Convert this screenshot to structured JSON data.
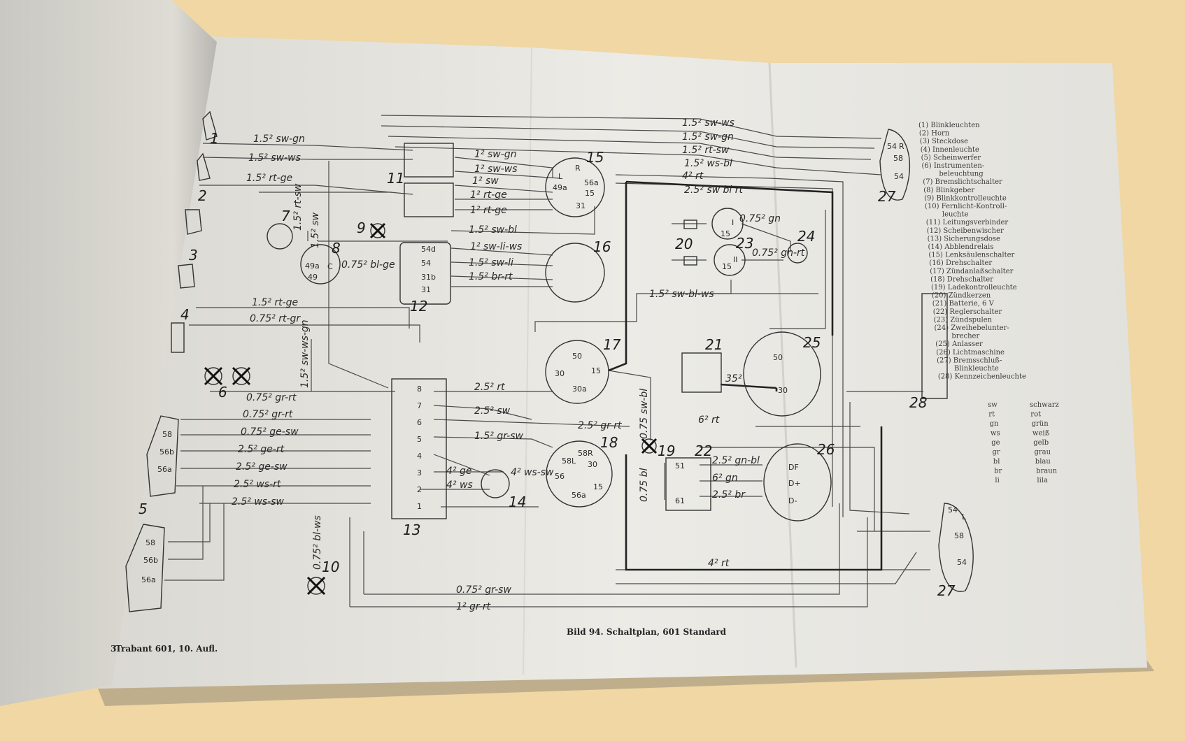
{
  "caption": "Bild 94. Schaltplan, 601 Standard",
  "footer": "Trabant 601, 10. Aufl.",
  "footer_prefix": "3",
  "legend": [
    "(1) Blinkleuchten",
    "(2) Horn",
    "(3) Steckdose",
    "(4) Innenleuchte",
    "(5) Scheinwerfer",
    "(6) Instrumenten-",
    "beleuchtung",
    "(7) Bremslichtschalter",
    "(8) Blinkgeber",
    "(9) Blinkkontrolleuchte",
    "(10) Fernlicht-Kontroll-",
    "leuchte",
    "(11) Leitungsverbinder",
    "(12) Scheibenwischer",
    "(13) Sicherungsdose",
    "(14) Abblendrelais",
    "(15) Lenksäulenschalter",
    "(16) Drehschalter",
    "(17) Zündanlaßschalter",
    "(18) Drehschalter",
    "(19) Ladekontrolleuchte",
    "(20) Zündkerzen",
    "(21) Batterie, 6 V",
    "(22) Reglerschalter",
    "(23) Zündspulen",
    "(24) Zweihebelunter-",
    "brecher",
    "(25) Anlasser",
    "(26) Lichtmaschine",
    "(27) Bremsschluß-",
    "Blinkleuchte",
    "(28) Kennzeichenleuchte"
  ],
  "colors_table": [
    [
      "sw",
      "schwarz"
    ],
    [
      "rt",
      "rot"
    ],
    [
      "gn",
      "grün"
    ],
    [
      "ws",
      "weiß"
    ],
    [
      "ge",
      "gelb"
    ],
    [
      "gr",
      "grau"
    ],
    [
      "bl",
      "blau"
    ],
    [
      "br",
      "braun"
    ],
    [
      "li",
      "lila"
    ]
  ],
  "component_numbers": [
    "1",
    "2",
    "3",
    "4",
    "5",
    "6",
    "7",
    "8",
    "9",
    "10",
    "11",
    "12",
    "13",
    "14",
    "15",
    "16",
    "17",
    "18",
    "19",
    "20",
    "21",
    "22",
    "23",
    "24",
    "25",
    "26",
    "27",
    "27",
    "28"
  ],
  "wire_labels": [
    "1.5² sw-gn",
    "1.5² sw-ws",
    "1.5² rt-ge",
    "1.5² rt-sw",
    "1.5² sw",
    "0.75² bl-ge",
    "1.5² rt-ge",
    "0.75² rt-gr",
    "1.5² sw-ws-gn",
    "0.75² gr-rt",
    "0.75² gr-rt",
    "0.75² ge-sw",
    "2.5² ge-rt",
    "2.5² ge-sw",
    "2.5² ws-rt",
    "2.5² ws-sw",
    "0.75² bl-ws",
    "1² sw-gn",
    "1² sw-ws",
    "1² sw",
    "1² rt-ge",
    "1² rt-ge",
    "1.5² sw-bl",
    "1² sw-li-ws",
    "1.5² sw-li",
    "1.5² br-rt",
    "2.5² rt",
    "2.5² sw",
    "1.5² gr-sw",
    "4² ge",
    "4² ws",
    "4² ws-sw",
    "2.5² gr-rt",
    "0.75 sw-bl",
    "0.75 bl",
    "1.5² sw-ws",
    "1.5² sw-gn",
    "1.5² rt-sw",
    "1.5² ws-bl",
    "4² rt",
    "2.5² sw bl rt",
    "0.75² gn",
    "0.75² gn-rt",
    "1.5² sw-bl-ws",
    "35²",
    "6² rt",
    "2.5² gn-bl",
    "6² gn",
    "2.5² br",
    "4² rt",
    "0.75² gr-sw",
    "1² gr-rt"
  ],
  "terminal_labels": [
    "58",
    "56b",
    "56a",
    "58",
    "56b",
    "56a",
    "49a",
    "C",
    "49",
    "L",
    "R",
    "49a",
    "56a",
    "15",
    "31",
    "54d",
    "54",
    "31b",
    "31",
    "50",
    "30",
    "15",
    "30a",
    "58L",
    "58R",
    "30",
    "15",
    "56",
    "56a",
    "51",
    "61",
    "DF",
    "D+",
    "D-",
    "50",
    "30",
    "I",
    "15",
    "II",
    "15",
    "54",
    "R",
    "58",
    "54",
    "54",
    "L",
    "58",
    "54"
  ],
  "fuse_numbers": [
    "8",
    "7",
    "6",
    "5",
    "4",
    "3",
    "2",
    "1"
  ],
  "accent_color": "#222222",
  "paper_color": "#ebebe6"
}
